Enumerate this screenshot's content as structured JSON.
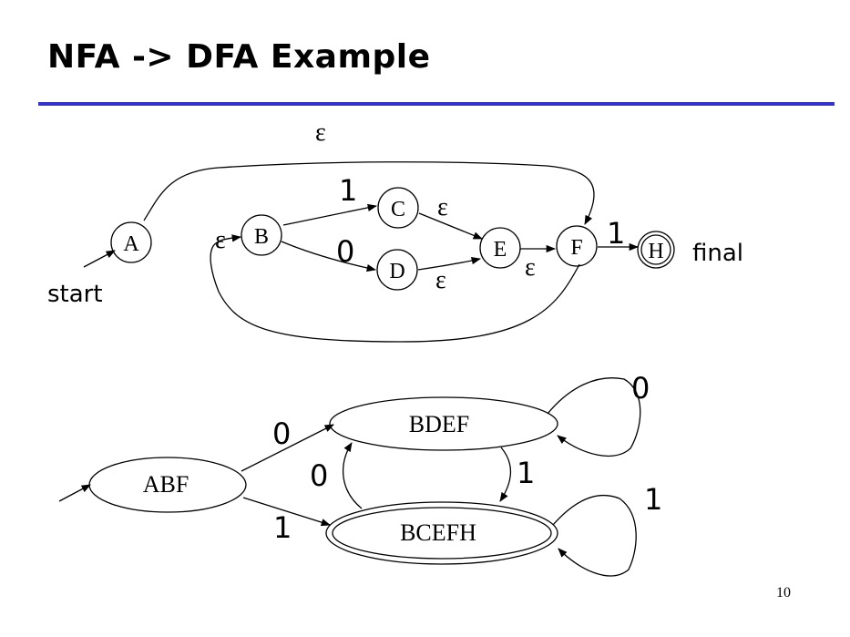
{
  "slide": {
    "title": "NFA -> DFA Example",
    "page_number": "10",
    "rule_color": "#3333cc"
  },
  "nfa": {
    "states": {
      "A": "A",
      "B": "B",
      "C": "C",
      "D": "D",
      "E": "E",
      "F": "F",
      "H": "H"
    },
    "labels": {
      "start": "start",
      "final": "final",
      "epsilon": "ε",
      "one": "1",
      "zero": "0"
    }
  },
  "dfa": {
    "states": {
      "abf": "ABF",
      "bdef": "BDEF",
      "bcefh": "BCEFH"
    },
    "labels": {
      "abf_to_bdef": "0",
      "abf_to_bcefh": "1",
      "bcefh_to_bdef": "0",
      "bdef_to_bcefh": "1",
      "bdef_loop": "0",
      "bcefh_loop": "1"
    }
  }
}
